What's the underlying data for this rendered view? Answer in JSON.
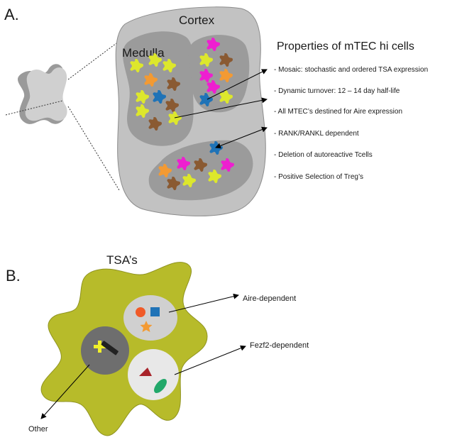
{
  "panel_a": {
    "label": "A.",
    "cortex_label": "Cortex",
    "medulla_label": "Medulla",
    "heading": "Properties of mTEC hi cells",
    "properties": [
      "- Mosaic: stochastic and ordered TSA expression",
      "- Dynamic turnover: 12 – 14 day half-life",
      "- All MTEC’s destined for Aire expression",
      "- RANK/RANKL dependent",
      "- Deletion of autoreactive Tcells",
      "- Positive Selection of Treg’s"
    ]
  },
  "panel_b": {
    "label": "B.",
    "title": "TSA’s",
    "categories": {
      "aire": "Aire-dependent",
      "fezf2": "Fezf2-dependent",
      "other": "Other"
    }
  },
  "colors": {
    "cortex": "#c2c2c2",
    "medulla": "#9b9b9b",
    "cell_body": "#b7bb2a",
    "magenta": "#ee1fd0",
    "yellow": "#dde72c",
    "orange": "#f39a33",
    "brown": "#8a5a32",
    "blue": "#1f73b7",
    "red_circle": "#f05a28",
    "dark_red": "#b0232a",
    "green": "#22a86a"
  }
}
